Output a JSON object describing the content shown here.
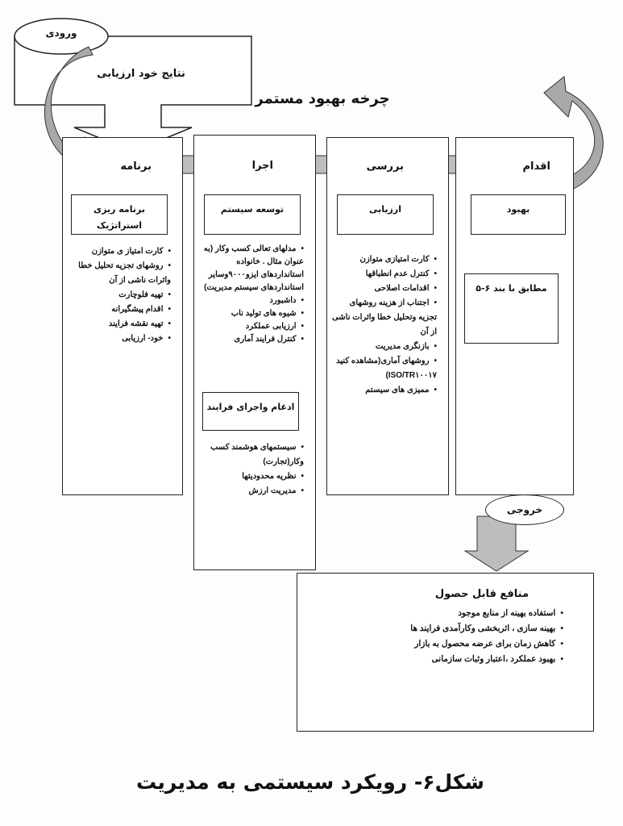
{
  "input": {
    "label": "ورودی",
    "text": "نتایج خود ارزیابی"
  },
  "cycle_title": "چرخه بهبود مستمر",
  "columns": [
    {
      "header": "برنامه",
      "box": "برنامه ریزی استراتژیک",
      "items": [
        "کارت امتیاز ی متوازن",
        "روشهای تجزیه تحلیل خطا واثرات ناشی از آن",
        "تهیه فلوچارت",
        "اقدام پیشگیرانه",
        "تهیه نقشه فرایند",
        "خود- ارزیابی"
      ]
    },
    {
      "header": "اجرا",
      "box": "توسعه سیستم",
      "items": [
        "مدلهای تعالی کسب وکار (به عنوان مثال . خانواده استانداردهای ایزو۹۰۰۰وسایر استانداردهای سیستم مدیریت)",
        "داشبورد",
        "شیوه های تولید ناب",
        "ارزیابی عملکرد",
        "کنترل فرایند آماری"
      ],
      "box2": "ادغام واجرای فرایند",
      "items2": [
        "سیستمهای هوشمند کسب وکار(تجارت)",
        "نظریه محدودیتها",
        "مدیریت ارزش"
      ]
    },
    {
      "header": "بررسی",
      "box": "ارزیابی",
      "items": [
        "کارت امتیازی متوازن",
        "کنترل عدم انطباقها",
        "اقدامات اصلاحی",
        "اجتناب از هزینه روشهای تجزیه وتحلیل خطا واثرات ناشی از آن",
        "بازنگری مدیریت",
        "روشهای آماری(مشاهده کنید ISO/TR۱۰۰۱۷)",
        "ممیزی های سیستم"
      ]
    },
    {
      "header": "اقدام",
      "box": "بهبود",
      "box2": "مطابق با بند ۶-۵"
    }
  ],
  "output": {
    "label": "خروجی"
  },
  "benefits": {
    "title": "منافع قابل حصول",
    "items": [
      "استفاده بهینه از منابع موجود",
      "بهینه سازی ، اثربخشی وکارآمدی فرایند ها",
      "کاهش زمان برای عرضه محصول به بازار",
      "بهبود عملکرد ،اعتبار وثبات سازمانی"
    ]
  },
  "caption": "شکل۶- رویکرد سیستمی به مدیریت",
  "colors": {
    "arrow_fill": "#a8a8a8",
    "line": "#222222"
  }
}
